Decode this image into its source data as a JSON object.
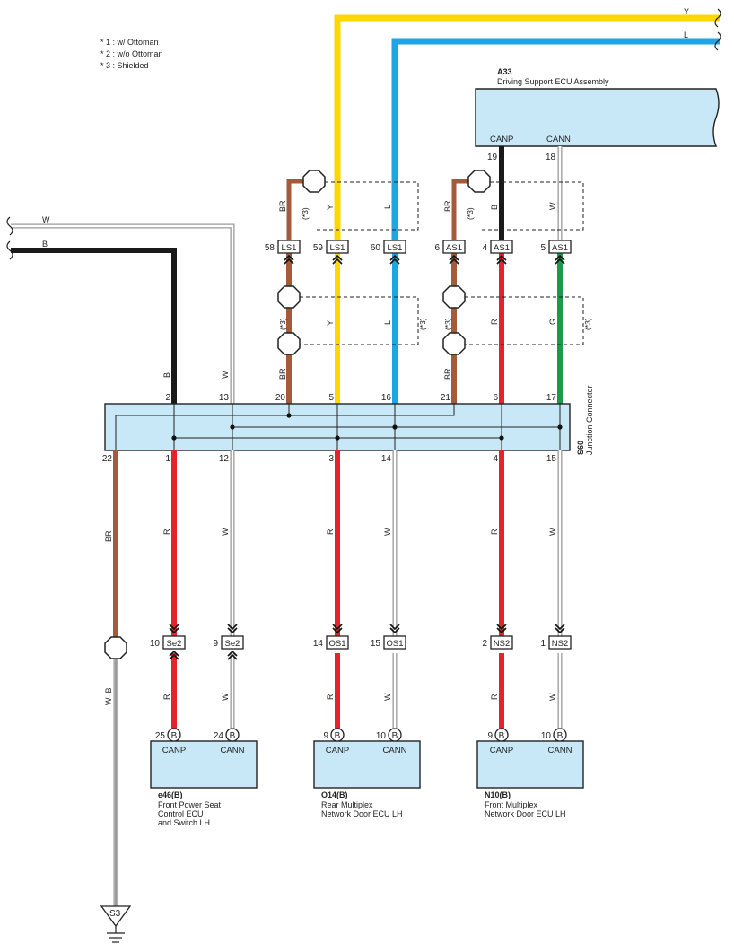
{
  "notes": [
    "* 1 : w/ Ottoman",
    "* 2 : w/o Ottoman",
    "* 3 : Shielded"
  ],
  "colors": {
    "red": "#e3242b",
    "brown": "#a55a3a",
    "black": "#1a1a1a",
    "yellow": "#ffd700",
    "blue": "#1ca6e6",
    "green": "#1a9a4a",
    "white_outline": "#9a9a9a",
    "component_fill": "#c8e8f7"
  },
  "offpage": {
    "y_label": "Y",
    "l_label": "L",
    "w_label": "W",
    "b_label": "B"
  },
  "a33": {
    "code": "A33",
    "name": "Driving Support ECU Assembly",
    "canp": "CANP",
    "cann": "CANN",
    "pin_canp": "19",
    "pin_cann": "18"
  },
  "shield_note": "(*3)",
  "top_wires": {
    "br": "BR",
    "y": "Y",
    "l": "L",
    "b": "B",
    "w": "W"
  },
  "connectors_ls1": [
    {
      "pin": "58",
      "code": "LS1"
    },
    {
      "pin": "59",
      "code": "LS1"
    },
    {
      "pin": "60",
      "code": "LS1"
    }
  ],
  "connectors_as1": [
    {
      "pin": "6",
      "code": "AS1"
    },
    {
      "pin": "4",
      "code": "AS1"
    },
    {
      "pin": "5",
      "code": "AS1"
    }
  ],
  "mid_wires": {
    "br": "BR",
    "y": "Y",
    "l": "L",
    "r": "R",
    "g": "G"
  },
  "upper_wires": {
    "b": "B",
    "w": "W",
    "br": "BR",
    "y": "Y",
    "l": "L",
    "r": "R",
    "g": "G"
  },
  "s60": {
    "code": "S60",
    "name": "Junction Connector",
    "top_pins": [
      "2",
      "13",
      "20",
      "5",
      "16",
      "21",
      "6",
      "17"
    ],
    "bottom_pins": [
      "22",
      "1",
      "12",
      "3",
      "14",
      "4",
      "15"
    ]
  },
  "lower_wires": {
    "br": "BR",
    "r": "R",
    "w": "W"
  },
  "inline_connectors": [
    {
      "pin": "10",
      "code": "Se2"
    },
    {
      "pin": "9",
      "code": "Se2"
    },
    {
      "pin": "14",
      "code": "OS1"
    },
    {
      "pin": "15",
      "code": "OS1"
    },
    {
      "pin": "2",
      "code": "NS2"
    },
    {
      "pin": "1",
      "code": "NS2"
    }
  ],
  "ground": {
    "wire": "W–B",
    "code": "S3"
  },
  "components": [
    {
      "code": "e46(B)",
      "name_lines": [
        "Front Power Seat",
        "Control ECU",
        "and Switch LH"
      ],
      "canp": "CANP",
      "cann": "CANN",
      "pin_canp": "25",
      "pin_cann": "24",
      "badge": "B"
    },
    {
      "code": "O14(B)",
      "name_lines": [
        "Rear Multiplex",
        "Network Door ECU LH"
      ],
      "canp": "CANP",
      "cann": "CANN",
      "pin_canp": "9",
      "pin_cann": "10",
      "badge": "B"
    },
    {
      "code": "N10(B)",
      "name_lines": [
        "Front Multiplex",
        "Network Door ECU LH"
      ],
      "canp": "CANP",
      "cann": "CANN",
      "pin_canp": "9",
      "pin_cann": "10",
      "badge": "B"
    }
  ]
}
